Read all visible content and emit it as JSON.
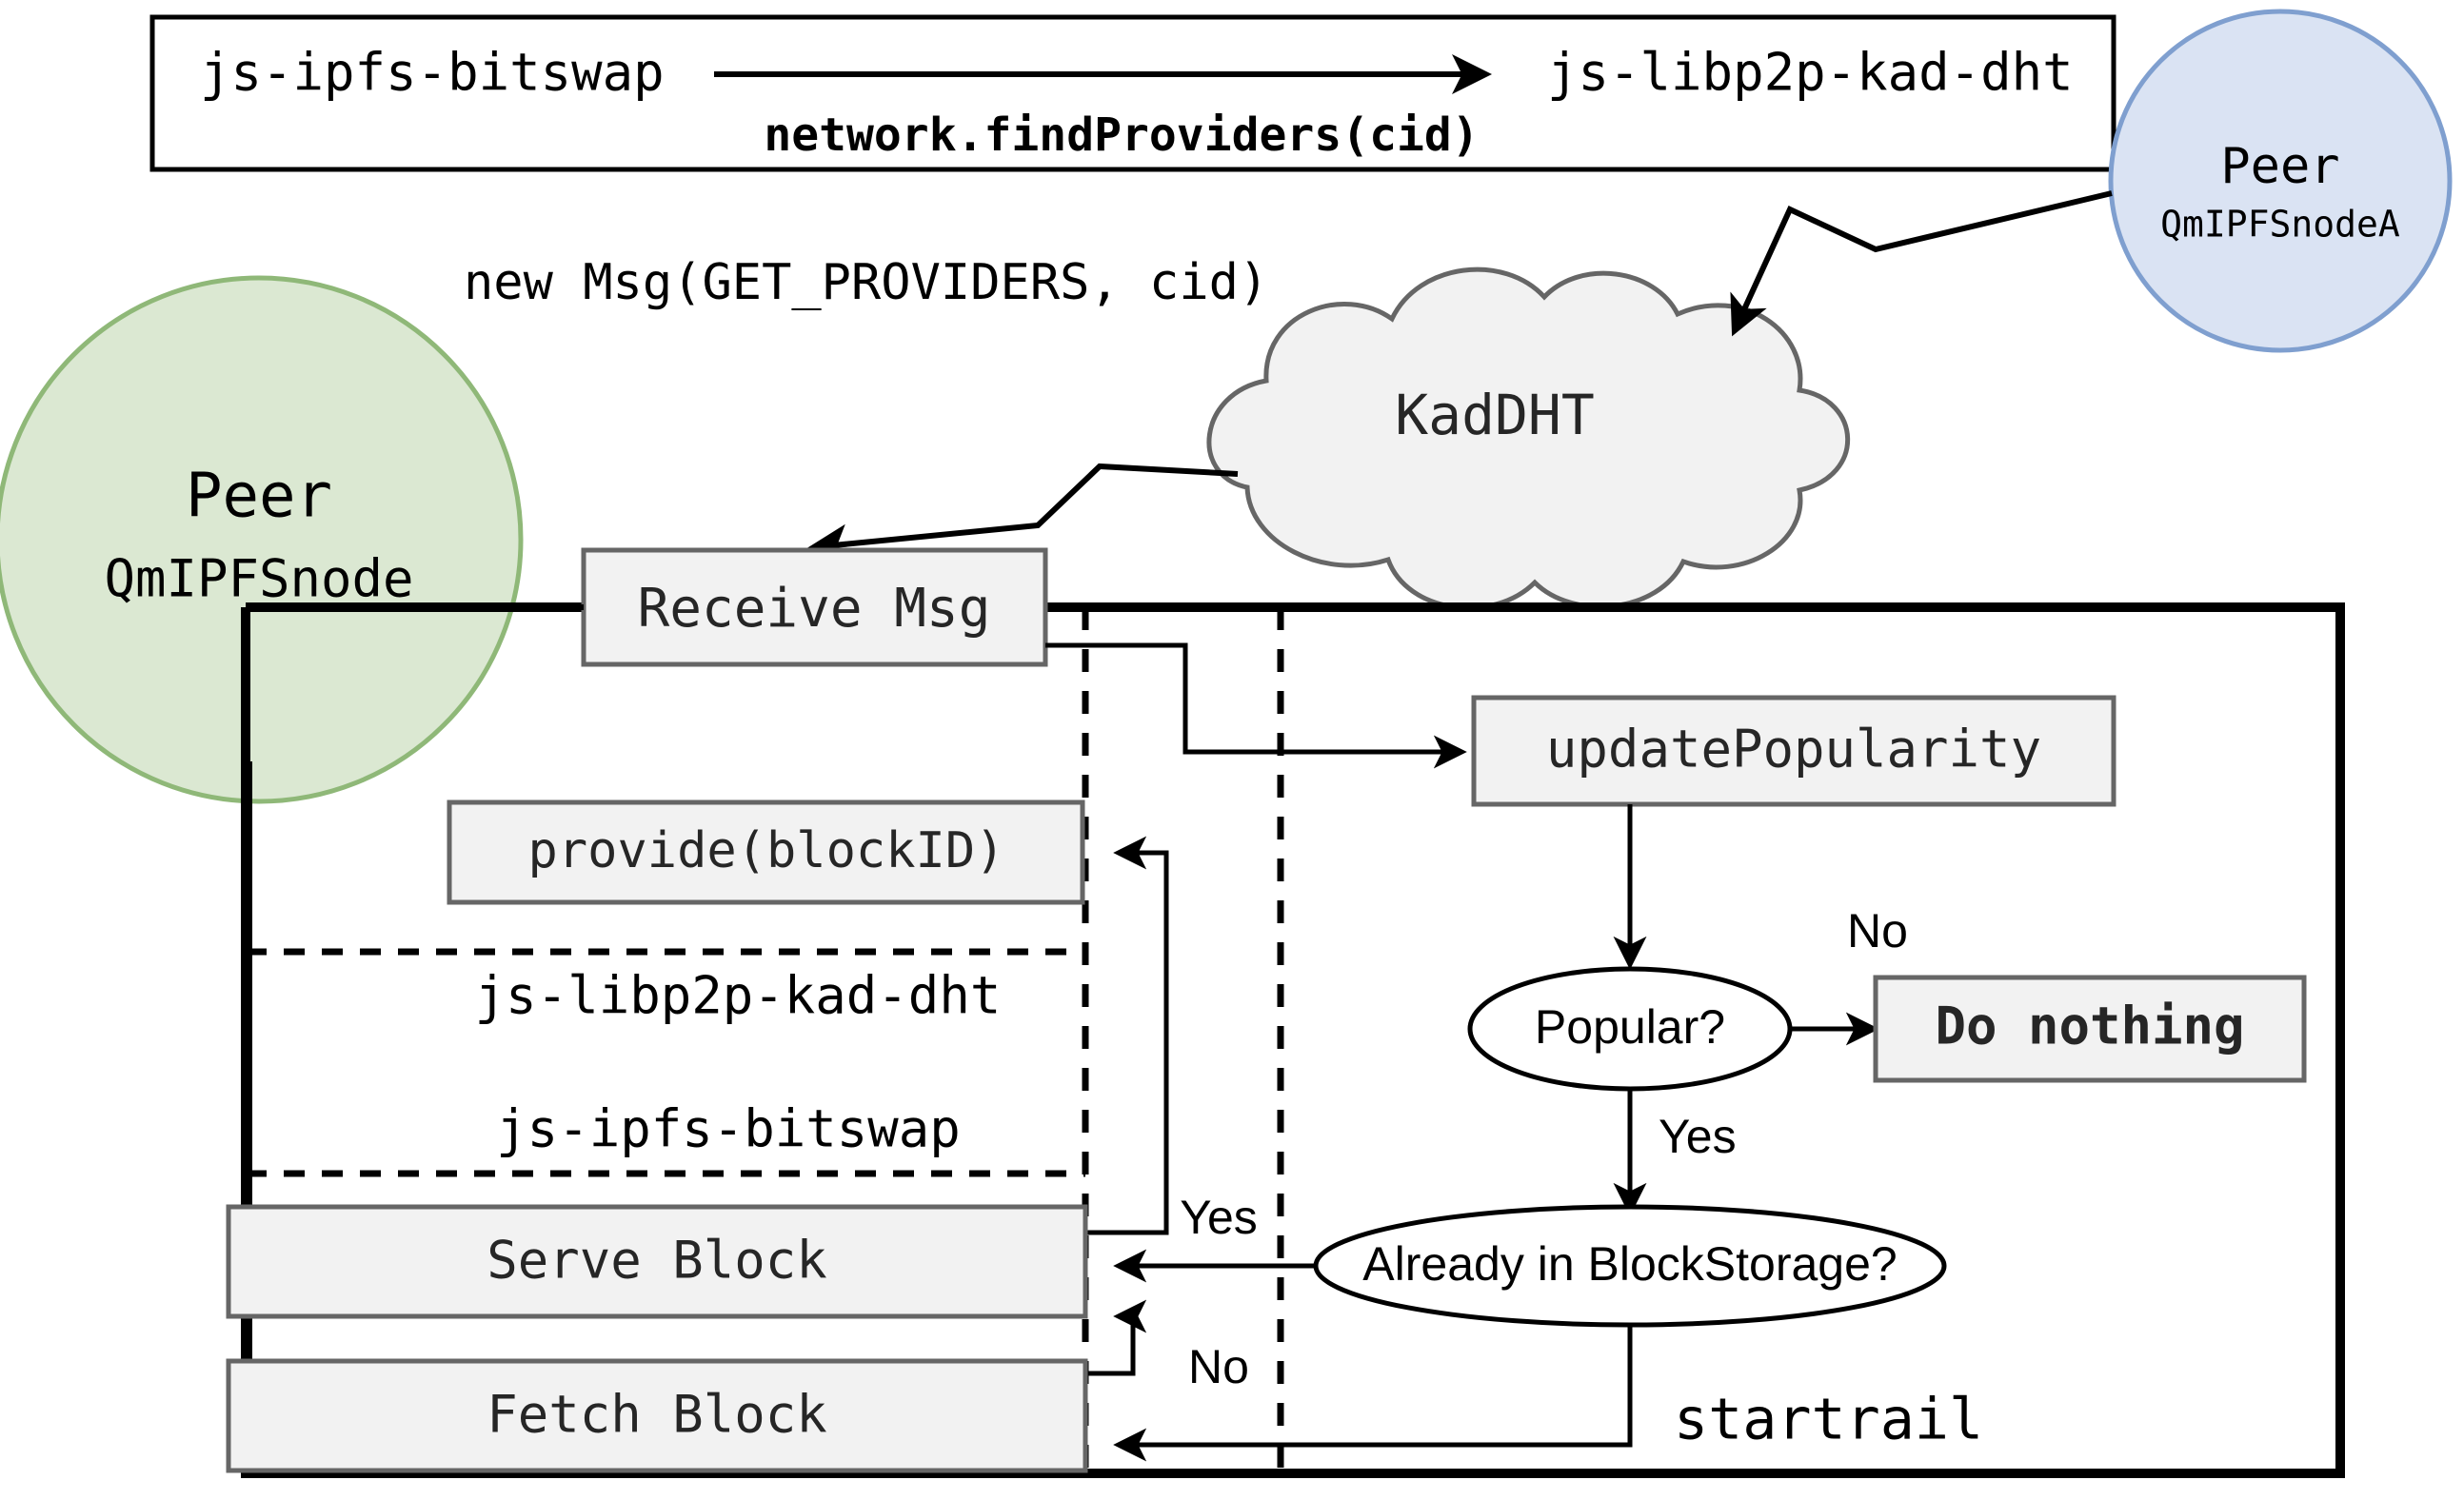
{
  "diagram": {
    "title": "IPFS startrail GET_PROVIDERS flow",
    "colors": {
      "node_fill": "#f2f2f2",
      "node_stroke": "#666666",
      "peer_blue_fill": "#dae3f3",
      "peer_blue_stroke": "#7f9fcf",
      "peer_green_fill": "#dbe8d2",
      "peer_green_stroke": "#8fb878",
      "edge": "#000000",
      "text": "#262626"
    }
  },
  "top_panel": {
    "left_label": "js-ipfs-bitswap",
    "arrow_label": "network.findProviders(cid)",
    "right_label": "js-libp2p-kad-dht"
  },
  "peers": {
    "remote": {
      "role": "Peer",
      "id": "QmIPFSnodeA"
    },
    "local": {
      "role": "Peer",
      "id": "QmIPFSnode"
    }
  },
  "network": {
    "cloud_label": "KadDHT",
    "message_label": "new Msg(GET_PROVIDERS, cid)"
  },
  "lanes": {
    "dht_label": "js-libp2p-kad-dht",
    "bitswap_label": "js-ipfs-bitswap",
    "system_label": "startrail"
  },
  "nodes": {
    "receive_msg": "Receive Msg",
    "update_popularity": "updatePopularity",
    "provide_block": "provide(blockID)",
    "do_nothing": "Do nothing",
    "serve_block": "Serve Block",
    "fetch_block": "Fetch Block"
  },
  "decisions": {
    "popular": "Popular?",
    "already_stored": "Already in BlockStorage?"
  },
  "edge_labels": {
    "popular_no": "No",
    "popular_yes": "Yes",
    "stored_yes": "Yes",
    "stored_no": "No"
  }
}
